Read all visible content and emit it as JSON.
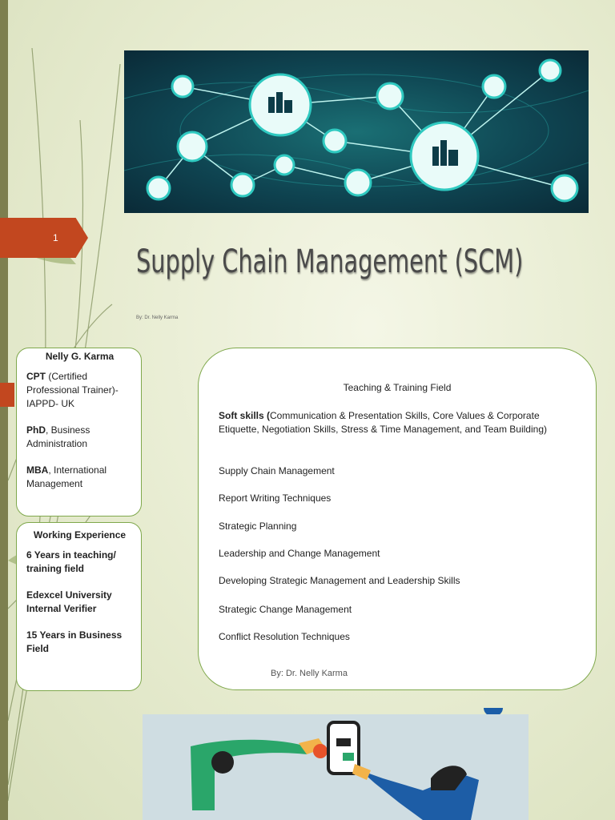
{
  "slide": {
    "number": "1",
    "title": "Supply Chain Management (SCM)",
    "byline_small": "By: Dr. Nelly Karma"
  },
  "profile_card": {
    "name": "Nelly G. Karma",
    "items": [
      {
        "bold": "CPT",
        "rest": " (Certified Professional Trainer)- IAPPD- UK"
      },
      {
        "bold": "PhD",
        "rest": ", Business Administration"
      },
      {
        "bold": "MBA",
        "rest": ", International Management"
      }
    ]
  },
  "experience_card": {
    "heading": "Working Experience",
    "items": [
      "6 Years in teaching/ training field",
      "Edexcel University Internal Verifier",
      "15 Years in Business Field"
    ]
  },
  "training_card": {
    "heading": "Teaching & Training Field",
    "soft_skills_label": "Soft skills (",
    "soft_skills_detail": "Communication & Presentation Skills, Core Values & Corporate Etiquette, Negotiation Skills, Stress & Time Management, and Team Building)",
    "items": [
      "Supply Chain Management",
      "Report Writing Techniques",
      "Strategic Planning",
      "Leadership and Change Management",
      "Developing Strategic Management and Leadership Skills",
      "Strategic Change Management",
      "Conflict Resolution Techniques"
    ],
    "byline": "By: Dr. Nelly Karma"
  },
  "images": {
    "hero": "supply-chain-network-illustration",
    "bottom": "mobile-payment-handshake-illustration"
  },
  "colors": {
    "accent_red": "#c2471f",
    "card_border": "#7fa84c",
    "hero_teal": "#1a6f74"
  }
}
